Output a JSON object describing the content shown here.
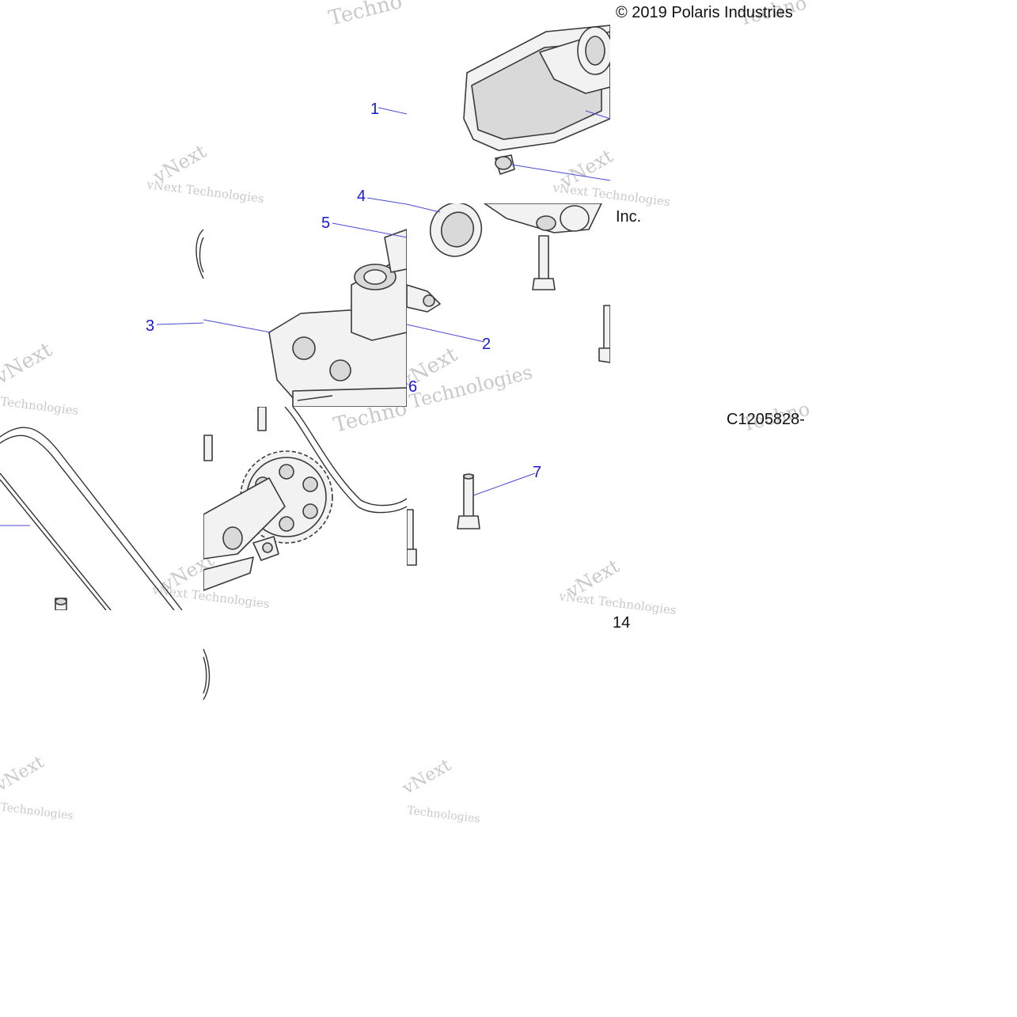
{
  "copyright": "© 2019 Polaris Industries",
  "copyright_suffix": "Inc.",
  "figure_code": "C1205828-",
  "page_number": "14",
  "callouts": [
    "1",
    "2",
    "3",
    "4",
    "5",
    "6",
    "7"
  ],
  "watermark": {
    "brand": "vNext",
    "line1": "vNext Technologies",
    "line2": "Technologies",
    "short": "Techno",
    "color": "#c9c9c9"
  },
  "colors": {
    "callout": "#1a1ad6",
    "line_art": "#3a3a3a",
    "leader": "#4a4ad8"
  }
}
